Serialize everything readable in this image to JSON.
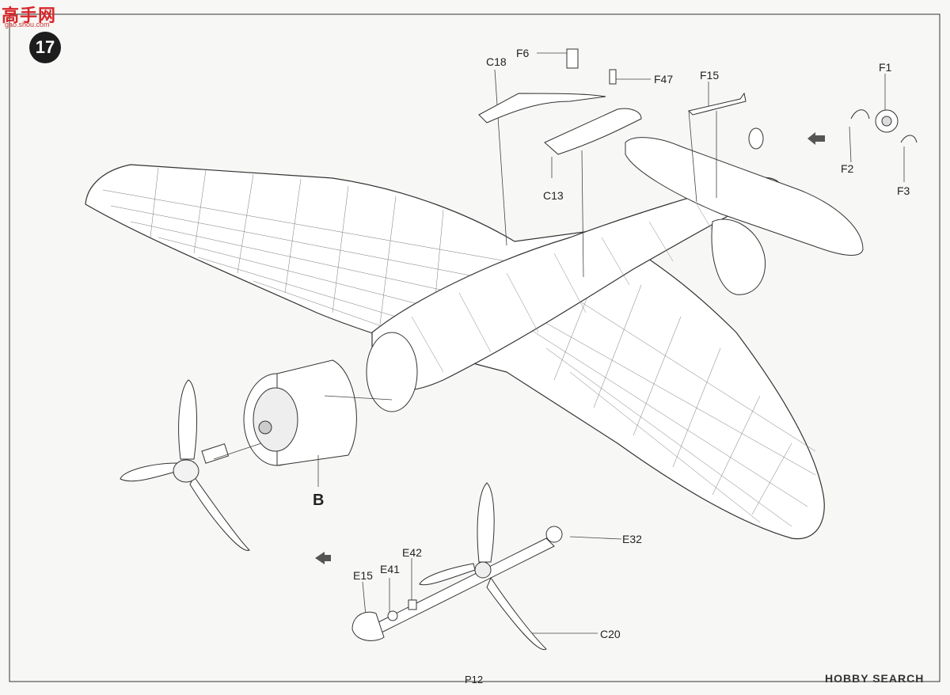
{
  "watermark_top": {
    "text": "高手网",
    "url": "gao.shou.com"
  },
  "step_number": "17",
  "sub_assembly_label": "B",
  "page_number": "P12",
  "watermark_bottom": "HOBBY SEARCH",
  "part_labels": {
    "c18": "C18",
    "f6": "F6",
    "f47": "F47",
    "f15": "F15",
    "f1": "F1",
    "f2": "F2",
    "f3": "F3",
    "c13": "C13",
    "e32": "E32",
    "e42": "E42",
    "e41": "E41",
    "e15": "E15",
    "c20": "C20"
  }
}
